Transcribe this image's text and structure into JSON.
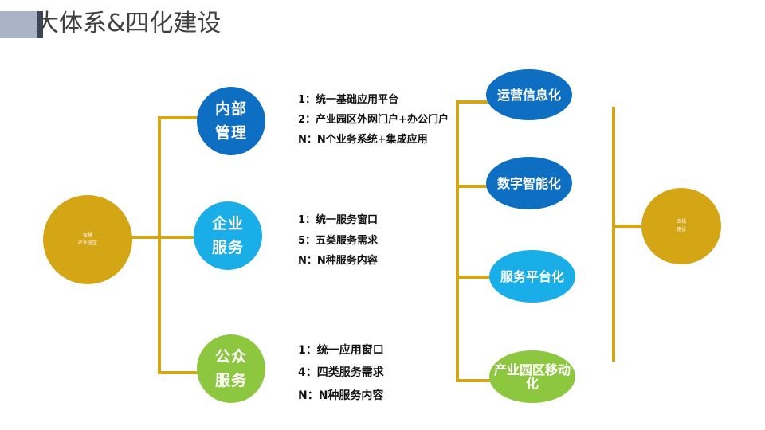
{
  "title": "大体系&四化建设",
  "colors": {
    "connector": "#d4a514",
    "dark_blue": "#0e6fc2",
    "light_blue": "#19aee8",
    "green": "#8dc63f",
    "gold": "#d4a514"
  },
  "left_hub": {
    "lines": [
      "智慧",
      "产业园区"
    ]
  },
  "right_hub": {
    "lines": [
      "四化",
      "建设"
    ]
  },
  "systems": [
    {
      "lines": [
        "内部",
        "管理"
      ],
      "items": [
        "1：统一基础应用平台",
        "2：产业园区外网门户+办公门户",
        "N：N个业务系统+集成应用"
      ]
    },
    {
      "lines": [
        "企业",
        "服务"
      ],
      "items": [
        "1：统一服务窗口",
        "5：五类服务需求",
        "N：N种服务内容"
      ]
    },
    {
      "lines": [
        "公众",
        "服务"
      ],
      "items": [
        "1：统一应用窗口",
        "4：四类服务需求",
        "N：N种服务内容"
      ]
    }
  ],
  "modernizations": [
    {
      "lines": [
        "运营信息化"
      ]
    },
    {
      "lines": [
        "数字智能化"
      ]
    },
    {
      "lines": [
        "服务平台化"
      ]
    },
    {
      "lines": [
        "产业园区移动",
        "化"
      ]
    }
  ]
}
